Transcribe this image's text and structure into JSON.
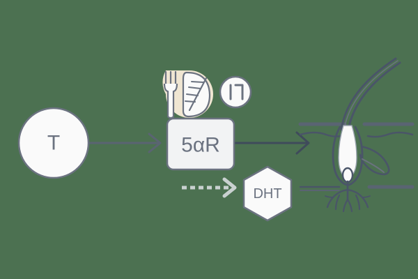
{
  "diagram": {
    "title": "5-alpha-reductase conversion of testosterone to DHT at the hair follicle",
    "background_color": "#4c7151",
    "stroke_color": "#6b7280",
    "dark_stroke_color": "#3f4b5b",
    "fill_light": "#fafafa",
    "fill_beige": "#f0e6d2",
    "nodes": [
      {
        "id": "testosterone",
        "name": "testosterone-node",
        "shape": "circle",
        "label": "T",
        "fill": "#fafafa",
        "stroke": "#6b7280"
      },
      {
        "id": "enzyme",
        "name": "five-alpha-reductase-node",
        "shape": "rounded-rect",
        "label": "5αR",
        "fill": "#f2f3f4",
        "stroke": "#6b7280"
      },
      {
        "id": "dht",
        "name": "dht-node",
        "shape": "hexagon",
        "label": "DHT",
        "fill": "#fafafa",
        "stroke": "#6b7280"
      },
      {
        "id": "follicle",
        "name": "hair-follicle-illustration",
        "shape": "illustration",
        "label": "",
        "fill": "#fafafa",
        "stroke": "#4a5568"
      }
    ],
    "icons": [
      {
        "id": "diet",
        "name": "fork-and-leaf-icon",
        "label": "fork-and-leaf-icon",
        "badge_fill": "#f0e6d2"
      },
      {
        "id": "medication",
        "name": "pill-badge-icon",
        "label": "pill-badge-icon",
        "badge_fill": "#fafafa"
      }
    ],
    "arrows": [
      {
        "id": "t-to-enzyme",
        "name": "arrow-testosterone-to-enzyme",
        "style": "solid",
        "color": "#5a6472"
      },
      {
        "id": "enzyme-to-follicle",
        "name": "arrow-enzyme-to-follicle",
        "style": "solid",
        "color": "#3f4b5b"
      },
      {
        "id": "dashed-to-dht",
        "name": "arrow-dashed-to-dht",
        "style": "dashed",
        "color": "#c9d1d0"
      }
    ]
  }
}
